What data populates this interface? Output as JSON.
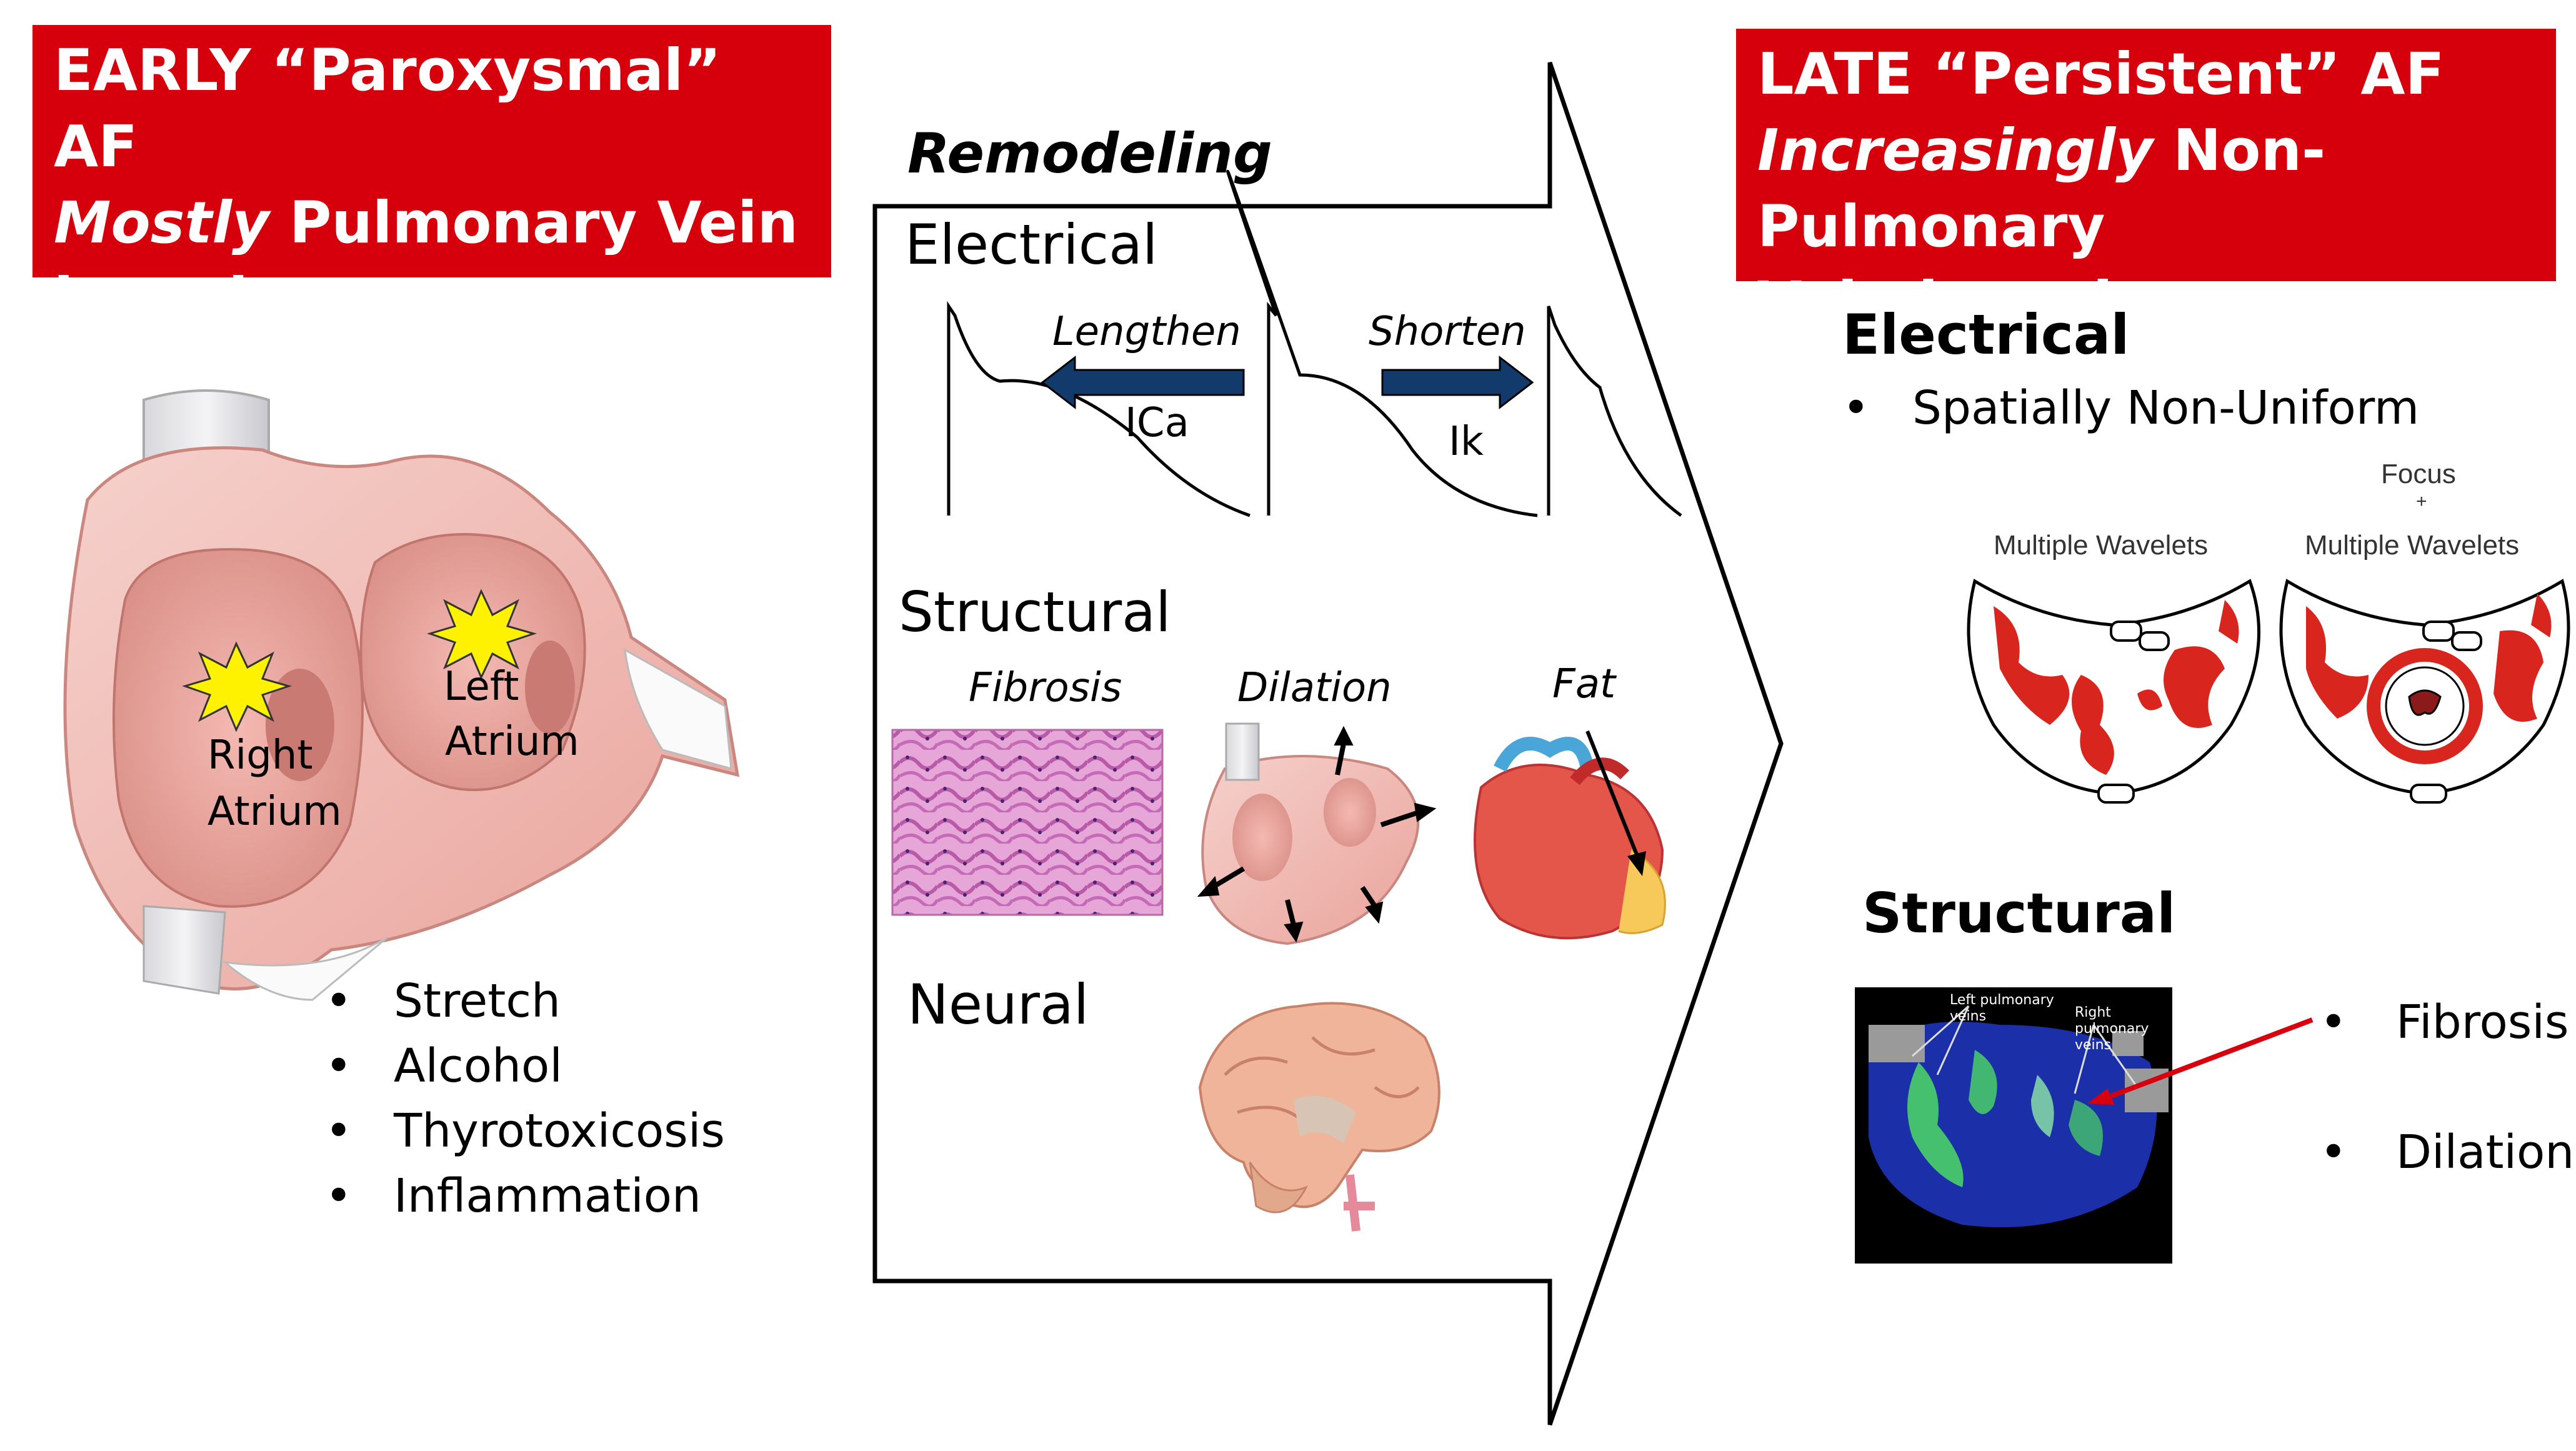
{
  "left_panel": {
    "header": {
      "line1": "EARLY “Paroxysmal” AF",
      "line2_italic": "Mostly",
      "line2_rest": " Pulmonary Vein",
      "line3": "based"
    },
    "labels": {
      "right_atrium_1": "Right",
      "right_atrium_2": "Atrium",
      "left_atrium_1": "Left",
      "left_atrium_2": "Atrium"
    },
    "triggers": [
      "Stretch",
      "Alcohol",
      "Thyrotoxicosis",
      "Inflammation"
    ]
  },
  "middle_panel": {
    "title": "Remodeling",
    "electrical": {
      "heading": "Electrical",
      "lengthen": "Lengthen",
      "ica": "ICa",
      "shorten": "Shorten",
      "ik": "Ik"
    },
    "structural": {
      "heading": "Structural",
      "fibrosis": "Fibrosis",
      "dilation": "Dilation",
      "fat": "Fat"
    },
    "neural": {
      "heading": "Neural"
    }
  },
  "right_panel": {
    "header": {
      "line1": "LATE “Persistent” AF",
      "line2_italic": "Increasingly",
      "line2_rest": " Non-Pulmonary",
      "line3": "Vein based"
    },
    "electrical": {
      "heading": "Electrical",
      "bullet": "Spatially Non-Uniform",
      "map1_label": "Multiple Wavelets",
      "map2_label_1": "Focus",
      "map2_plus": "+",
      "map2_label_2": "Multiple Wavelets"
    },
    "structural": {
      "heading": "Structural",
      "mri_label_left": "Left pulmonary veins",
      "mri_label_right": "Right pulmonary veins",
      "bullets": [
        "Fibrosis",
        "Dilation"
      ]
    }
  },
  "colors": {
    "header_red": "#d6000c",
    "highlight_red": "#c8102e",
    "spark_yellow": "#fff200",
    "mri_blue": "#1a2fa8",
    "mri_green": "#4cd964"
  }
}
